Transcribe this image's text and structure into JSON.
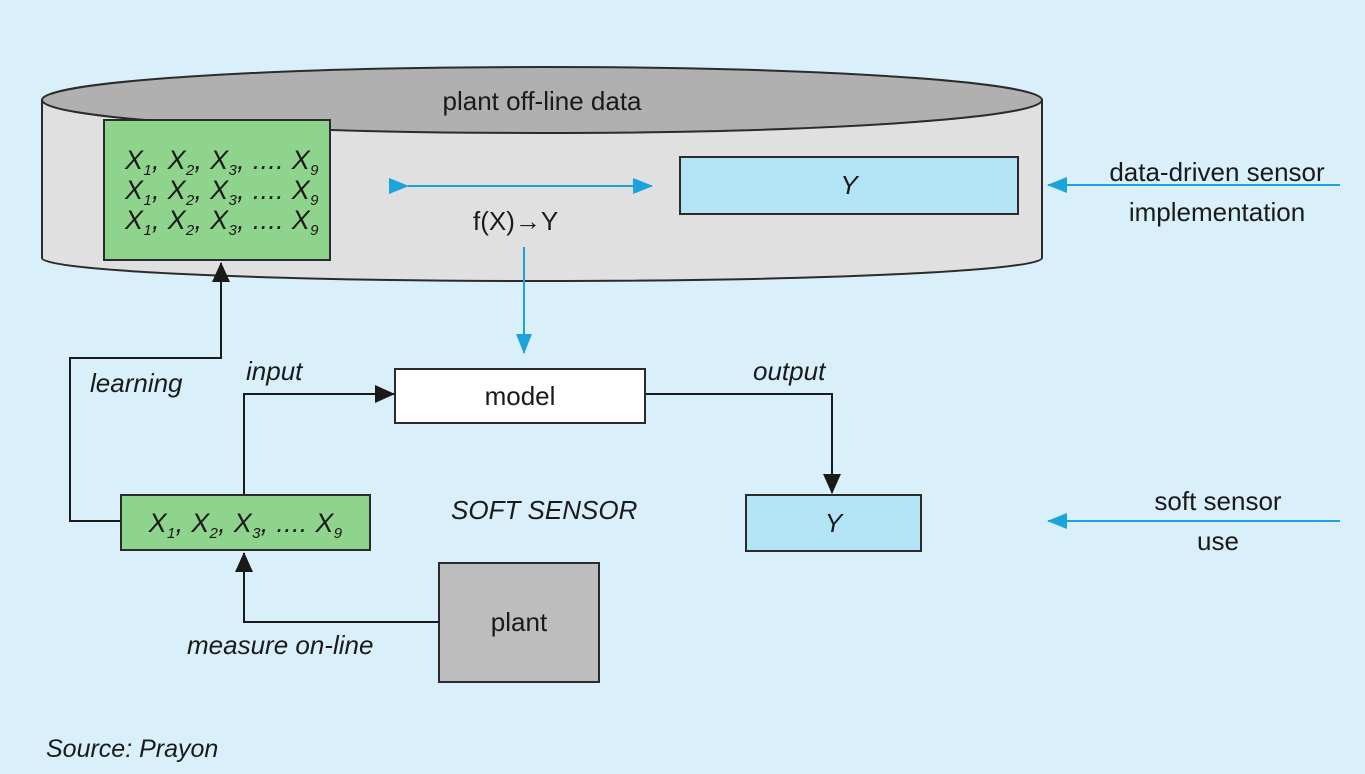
{
  "labels": {
    "offline_data": "plant off-line data",
    "function": "f(X)→Y",
    "data_driven_line1": "data-driven sensor",
    "data_driven_line2": "implementation",
    "learning": "learning",
    "input": "input",
    "model": "model",
    "output": "output",
    "soft_sensor": "SOFT SENSOR",
    "soft_sensor_use_line1": "soft sensor",
    "soft_sensor_use_line2": "use",
    "plant": "plant",
    "measure": "measure on-line",
    "source": "Source: Prayon",
    "y_upper": "Y",
    "y_lower": "Y"
  },
  "variables": {
    "x": "X",
    "sep": ", ",
    "ellipsis": ", .... ",
    "s1": "1",
    "s2": "2",
    "s3": "3",
    "s9": "9"
  },
  "colors": {
    "background": "#d9f0fb",
    "variables_box": "#8fd48c",
    "output_box": "#b3e4f6",
    "plant_box": "#bdbdbd",
    "cylinder_body": "#e0e0e0",
    "cylinder_top": "#b0b0b0",
    "accent_arrow": "#1aa3dd"
  }
}
